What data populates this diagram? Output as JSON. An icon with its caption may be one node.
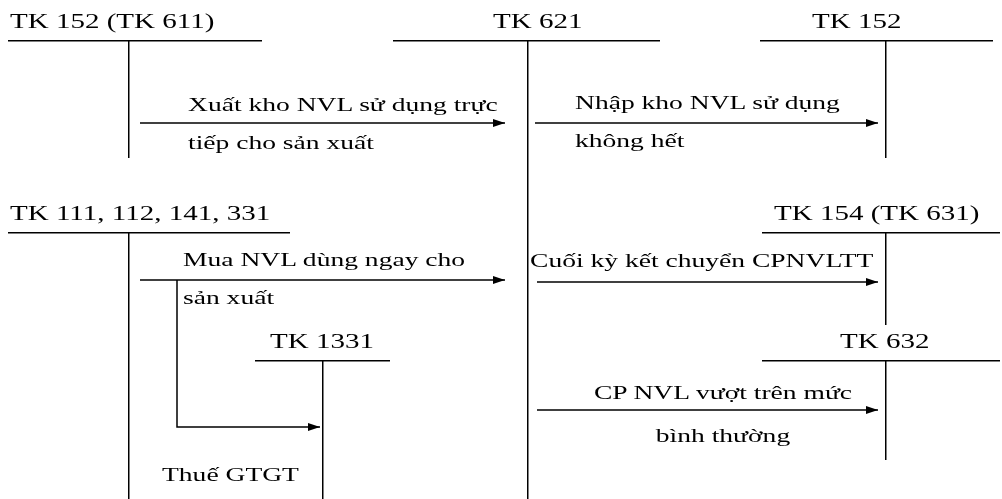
{
  "diagram": {
    "nodes": [
      {
        "text": [
          "TK 152 (TK 611)"
        ]
      },
      {
        "text": [
          "TK 621"
        ]
      },
      {
        "text": [
          "TK 152"
        ]
      },
      {
        "text": [
          "TK 111, 112, 141, 331"
        ]
      },
      {
        "text": [
          "TK 154 (TK 631)"
        ]
      },
      {
        "text": [
          "TK 1331"
        ]
      },
      {
        "text": [
          "TK 632"
        ]
      }
    ],
    "edges": [
      {
        "from": 0,
        "to": 1,
        "arrow": "to",
        "label": "Xuất kho NVL sử dụng trực tiếp cho sản xuất"
      },
      {
        "from": 1,
        "to": 2,
        "arrow": "to",
        "label": "Nhập kho NVL sử dụng không hết"
      },
      {
        "from": 3,
        "to": 1,
        "arrow": "to",
        "label": "Mua NVL dùng ngay cho sản xuất"
      },
      {
        "from": 3,
        "to": 5,
        "arrow": "to",
        "label": "Thuế GTGT"
      },
      {
        "from": 1,
        "to": 4,
        "arrow": "to",
        "label": "Cuối kỳ kết chuyển CPNVLTT"
      },
      {
        "from": 1,
        "to": 6,
        "arrow": "to",
        "label": "CP NVL vượt trên mức bình thường"
      }
    ]
  }
}
